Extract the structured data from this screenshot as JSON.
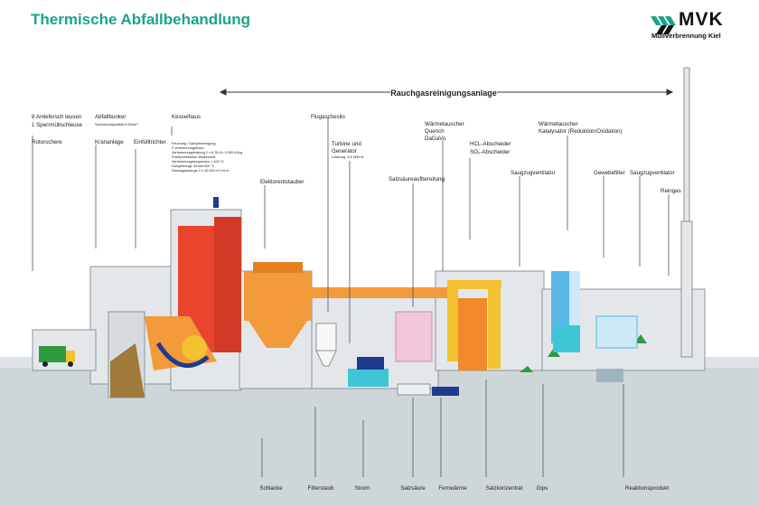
{
  "header": {
    "title": "Thermische Abfallbehandlung",
    "logo_text": "MVK",
    "logo_subtitle": "Müllverbrennung Kiel"
  },
  "span_label": "Rauchgasreinigungsanlage",
  "top_labels": {
    "schleusen_1": "8 Anliefersch leusen",
    "schleusen_2": "1 Sperrmüllschleuse",
    "rotorschere": "Rotorschere",
    "abfallbunker": "Abfallbunker",
    "abfallbunker_sub": "Speicherkapazität 5.000m³",
    "krananlage": "Krananlage",
    "einfulltrichter": "Einfülltrichter",
    "kesselhaus": "Kesselhaus",
    "kessel_spec_0": "Feuerung / Dampferzeugung",
    "kessel_spec_1": "2 Verbrennungslinien",
    "kessel_spec_2": "Verbrennungsleistung   2 x 6,75 t/h, 9.000 kJ/kg",
    "kessel_spec_3": "Rostkonstruktion        Walzenrost",
    "kessel_spec_4": "Verbrennungstemperatur  1.100 °C",
    "kessel_spec_5": "Dampfmenge       40 bar/400 °C",
    "kessel_spec_6": "Rauchgasmenge    2 x 42.000 m³ n.tr./h",
    "elektrofilter": "Elektorentstauber",
    "flugaschesilo": "Flugaschesilo",
    "turbine_1": "Turbine und",
    "turbine_2": "Generator",
    "turbine_sub": "Leistung: 5,5 MW el.",
    "salzsaure": "Salzsäureaufbereitung",
    "quench_1": "Wärmetauscher",
    "quench_2": "Quench",
    "quench_3": "DaGaVo",
    "hcl_1": "HCL-Abscheider",
    "hcl_2": "SO₂-Abscheider",
    "waerme2_1": "Wärmetauscher",
    "waerme2_2": "Katalysator (Reduktion/Oxidation)",
    "saugzug_1": "Saugzugventilator",
    "gewebefilter": "Gewebefilter",
    "saugzug_2": "Saugzugventilator",
    "reingas": "Reingas"
  },
  "bottom_labels": {
    "schlacke": "Schlacke",
    "filterstaub": "Filterstaub",
    "strom": "Strom",
    "salzsaure": "Salzsäure",
    "fernwaerme": "Fernwärme",
    "salzkonzentrat": "Salzkonzentrat",
    "gips": "Gips",
    "reaktionsprodukt": "Reaktionsprodukt"
  },
  "colors": {
    "brand_teal": "#1aa38c",
    "building": "#dfe3e6",
    "ground": "#cfd6da",
    "boiler_red": "#e8442e",
    "flue_orange": "#f39a3a",
    "scrubber_yellow": "#f2c230",
    "quench_orange": "#f08a2c",
    "blue_filter": "#5bb8e6",
    "cyan": "#3fc6d6",
    "navy": "#1f3a8f",
    "green": "#2f9a3f"
  }
}
